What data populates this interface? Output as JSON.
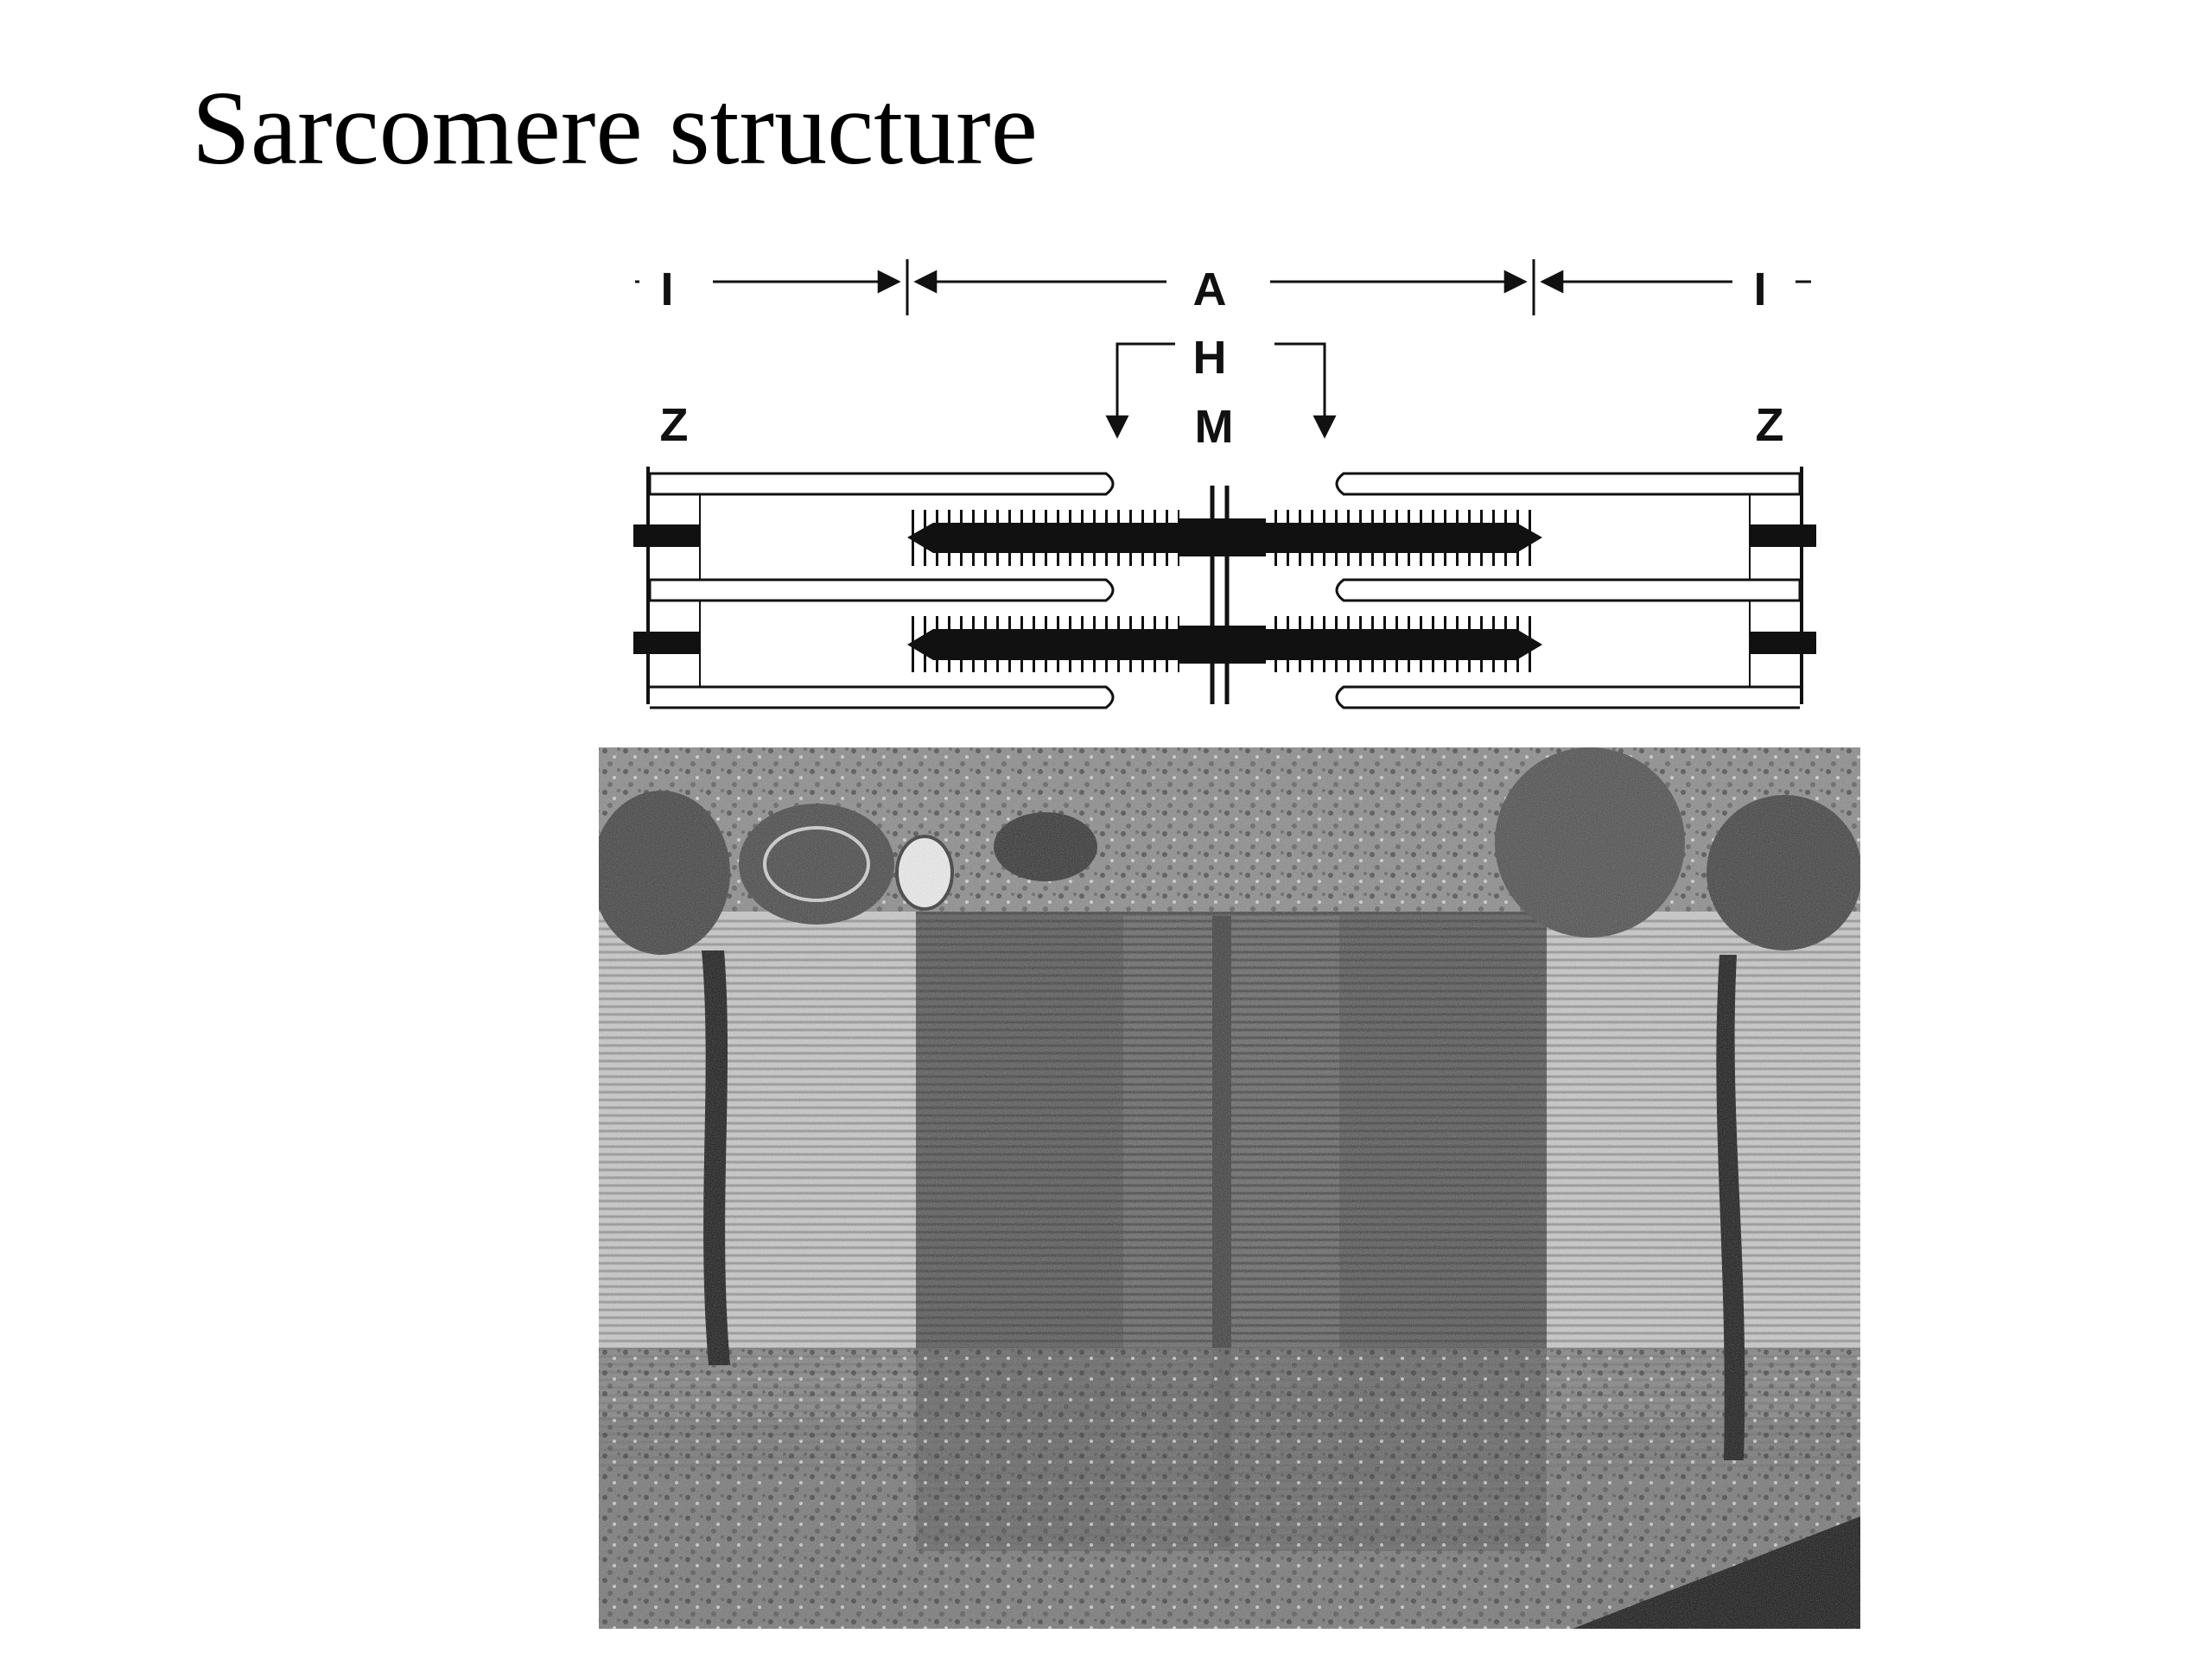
{
  "slide": {
    "title": "Sarcomere structure"
  },
  "diagram": {
    "band_labels": {
      "i_left": "I",
      "a": "A",
      "i_right": "I",
      "h": "H",
      "m": "M",
      "z_left": "Z",
      "z_right": "Z"
    },
    "colors": {
      "ink": "#111111",
      "background": "#ffffff"
    }
  },
  "micrograph": {
    "style": "grayscale electron micrograph"
  }
}
